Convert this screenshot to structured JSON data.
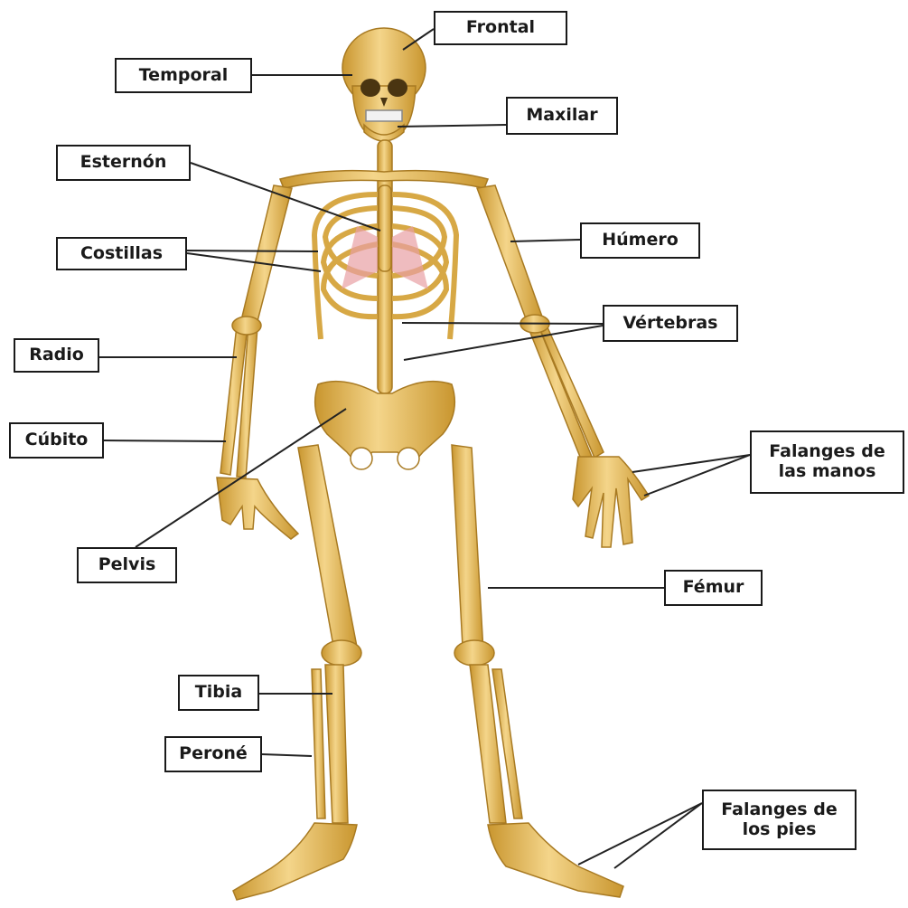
{
  "colors": {
    "bone": "#e8be5c",
    "bone_light": "#f6dc94",
    "bone_shadow": "#b88a2c",
    "cartilage": "#e9a0a4",
    "leader": "#222222"
  },
  "labels": {
    "frontal": "Frontal",
    "temporal": "Temporal",
    "maxilar": "Maxilar",
    "esternon": "Esternón",
    "costillas": "Costillas",
    "humero": "Húmero",
    "vertebras": "Vértebras",
    "radio": "Radio",
    "cubito": "Cúbito",
    "falanges_manos_1": "Falanges de",
    "falanges_manos_2": "las manos",
    "pelvis": "Pelvis",
    "femur": "Fémur",
    "tibia": "Tibia",
    "perone": "Peroné",
    "falanges_pies_1": "Falanges de",
    "falanges_pies_2": "los pies"
  }
}
